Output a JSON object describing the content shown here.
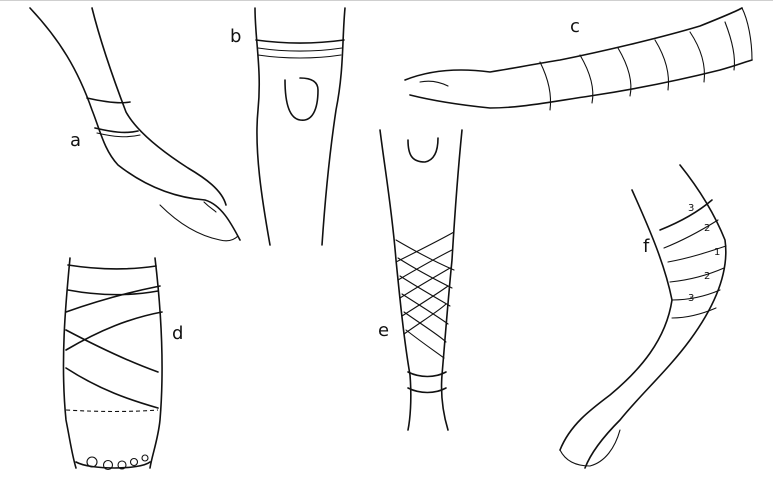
{
  "figure": {
    "labels": {
      "a": "a",
      "b": "b",
      "c": "c",
      "d": "d",
      "e": "e",
      "f": "f"
    },
    "elbow_turn_numbers": [
      "3",
      "2",
      "1",
      "2",
      "3"
    ]
  }
}
